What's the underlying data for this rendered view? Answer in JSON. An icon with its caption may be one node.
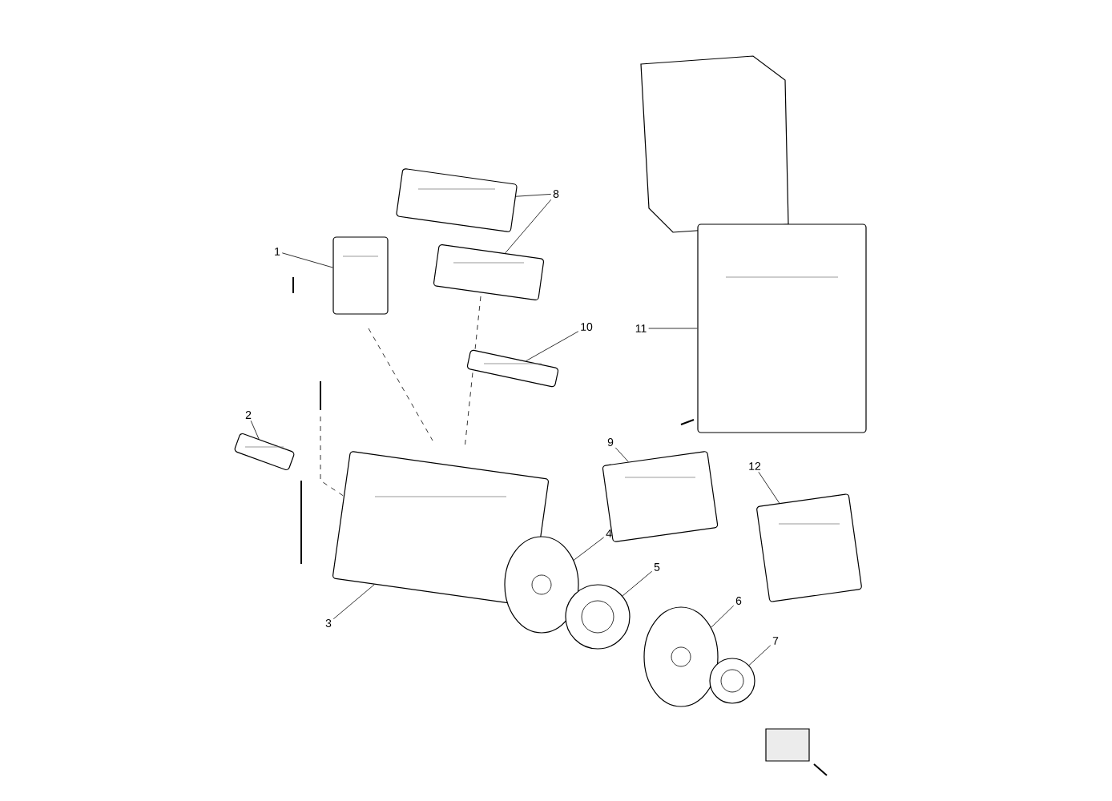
{
  "diagram": {
    "nodes": [
      {
        "text": [
          "1"
        ]
      },
      {
        "text": [
          "2"
        ]
      },
      {
        "text": [
          "3"
        ]
      },
      {
        "text": [
          "4"
        ]
      },
      {
        "text": [
          "5"
        ]
      },
      {
        "text": [
          "6"
        ]
      },
      {
        "text": [
          "7"
        ]
      },
      {
        "text": [
          "8"
        ]
      },
      {
        "text": [
          "9"
        ]
      },
      {
        "text": [
          "10"
        ]
      },
      {
        "text": [
          "11"
        ]
      },
      {
        "text": [
          "12"
        ]
      },
      {
        "text": [],
        "shape": "picture"
      },
      {
        "text": [],
        "shape": "picture"
      },
      {
        "text": [],
        "shape": "picture"
      },
      {
        "text": [],
        "shape": "picture"
      },
      {
        "text": [],
        "shape": "picture"
      },
      {
        "text": [],
        "shape": "picture"
      },
      {
        "text": [],
        "shape": "picture"
      },
      {
        "text": [],
        "shape": "picture"
      },
      {
        "text": [],
        "shape": "picture"
      },
      {
        "text": [],
        "shape": "picture"
      },
      {
        "text": [],
        "shape": "picture"
      },
      {
        "text": [],
        "shape": "picture"
      },
      {
        "text": [],
        "shape": "picture"
      }
    ],
    "edges": [
      {
        "from": 0,
        "to": 12,
        "arrow": "none"
      },
      {
        "from": 1,
        "to": 13,
        "arrow": "none"
      },
      {
        "from": 2,
        "to": 14,
        "arrow": "none"
      },
      {
        "from": 3,
        "to": 15,
        "arrow": "none"
      },
      {
        "from": 4,
        "to": 16,
        "arrow": "none"
      },
      {
        "from": 5,
        "to": 17,
        "arrow": "none"
      },
      {
        "from": 6,
        "to": 18,
        "arrow": "none"
      },
      {
        "from": 7,
        "to": 19,
        "arrow": "none"
      },
      {
        "from": 7,
        "to": 20,
        "arrow": "none"
      },
      {
        "from": 8,
        "to": 21,
        "arrow": "none"
      },
      {
        "from": 9,
        "to": 22,
        "arrow": "none"
      },
      {
        "from": 10,
        "to": 23,
        "arrow": "none"
      },
      {
        "from": 11,
        "to": 24,
        "arrow": "none"
      }
    ]
  }
}
